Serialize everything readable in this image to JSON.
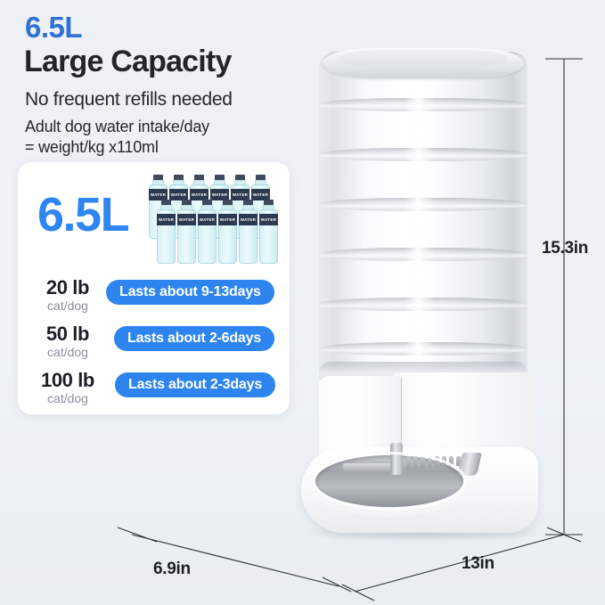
{
  "header": {
    "capacity": "6.5L",
    "title": "Large Capacity",
    "subtitle": "No frequent refills needed",
    "note": "Adult dog water intake/day\n= weight/kg x110ml"
  },
  "card": {
    "volume": "6.5L",
    "bottle_label": "WATER",
    "bottle_count": 12,
    "rows": [
      {
        "weight": "20 lb",
        "pet": "cat/dog",
        "badge": "Lasts about 9-13days"
      },
      {
        "weight": "50 lb",
        "pet": "cat/dog",
        "badge": "Lasts about 2-6days"
      },
      {
        "weight": "100 lb",
        "pet": "cat/dog",
        "badge": "Lasts about 2-3days"
      }
    ]
  },
  "dimensions": {
    "height": "15.3in",
    "width": "6.9in",
    "depth": "13in"
  },
  "colors": {
    "background": "#eef2f6",
    "header_blue": "#2f72d6",
    "card_blue": "#2f86f0",
    "badge_blue": "#2e85ef",
    "text_dark": "#1c2026",
    "text_muted": "#8a9099",
    "bottle_label_navy": "#2b3a4e"
  }
}
